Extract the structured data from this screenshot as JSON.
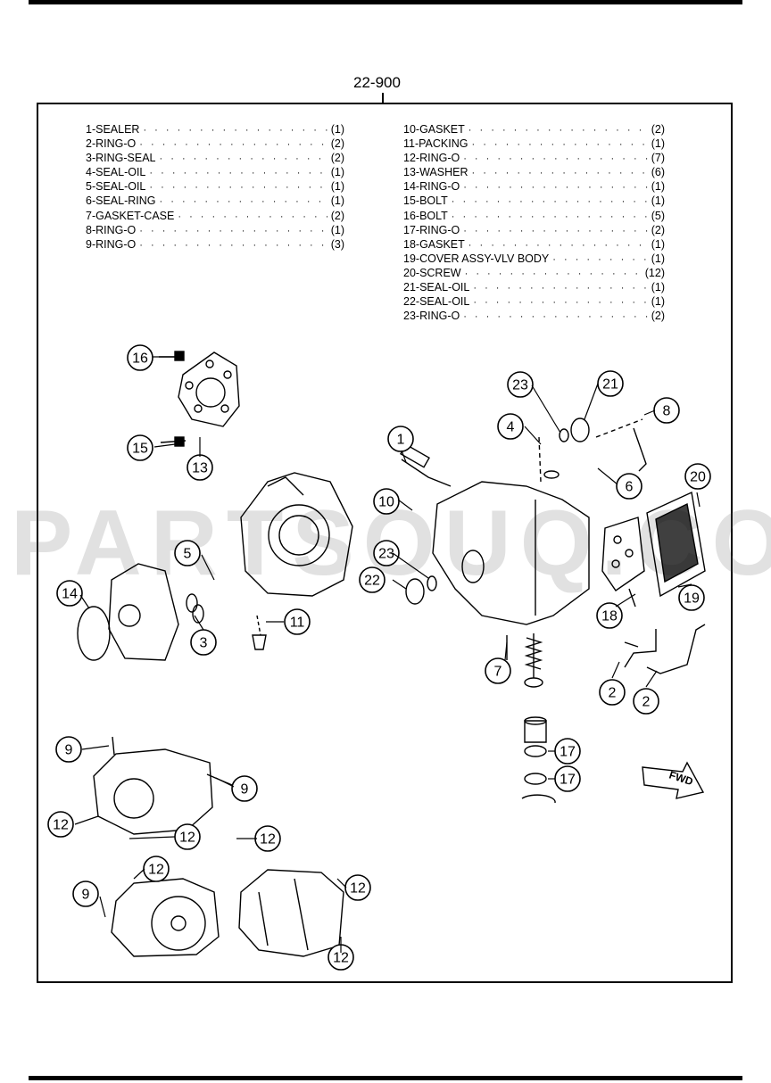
{
  "header": {
    "code": "22-900"
  },
  "parts_left": [
    {
      "name": "1-SEALER",
      "qty": "(1)"
    },
    {
      "name": "2-RING-O",
      "qty": "(2)"
    },
    {
      "name": "3-RING-SEAL",
      "qty": "(2)"
    },
    {
      "name": "4-SEAL-OIL",
      "qty": "(1)"
    },
    {
      "name": "5-SEAL-OIL",
      "qty": "(1)"
    },
    {
      "name": "6-SEAL-RING",
      "qty": "(1)"
    },
    {
      "name": "7-GASKET-CASE",
      "qty": "(2)"
    },
    {
      "name": "8-RING-O",
      "qty": "(1)"
    },
    {
      "name": "9-RING-O",
      "qty": "(3)"
    }
  ],
  "parts_right": [
    {
      "name": "10-GASKET",
      "qty": "(2)"
    },
    {
      "name": "11-PACKING",
      "qty": "(1)"
    },
    {
      "name": "12-RING-O",
      "qty": "(7)"
    },
    {
      "name": "13-WASHER",
      "qty": "(6)"
    },
    {
      "name": "14-RING-O",
      "qty": "(1)"
    },
    {
      "name": "15-BOLT",
      "qty": "(1)"
    },
    {
      "name": "16-BOLT",
      "qty": "(5)"
    },
    {
      "name": "17-RING-O",
      "qty": "(2)"
    },
    {
      "name": "18-GASKET",
      "qty": "(1)"
    },
    {
      "name": "19-COVER ASSY-VLV BODY",
      "qty": "(1)"
    },
    {
      "name": "20-SCREW",
      "qty": "(12)"
    },
    {
      "name": "21-SEAL-OIL",
      "qty": "(1)"
    },
    {
      "name": "22-SEAL-OIL",
      "qty": "(1)"
    },
    {
      "name": "23-RING-O",
      "qty": "(2)"
    }
  ],
  "callouts": [
    "16",
    "15",
    "13",
    "23",
    "21",
    "8",
    "4",
    "1",
    "6",
    "20",
    "10",
    "5",
    "23",
    "22",
    "14",
    "11",
    "3",
    "19",
    "18",
    "7",
    "2",
    "2",
    "17",
    "17",
    "9",
    "9",
    "12",
    "12",
    "12",
    "12",
    "9",
    "12",
    "12"
  ],
  "fwd_label": "FWD",
  "watermark": "PARTSOUQ.COM"
}
